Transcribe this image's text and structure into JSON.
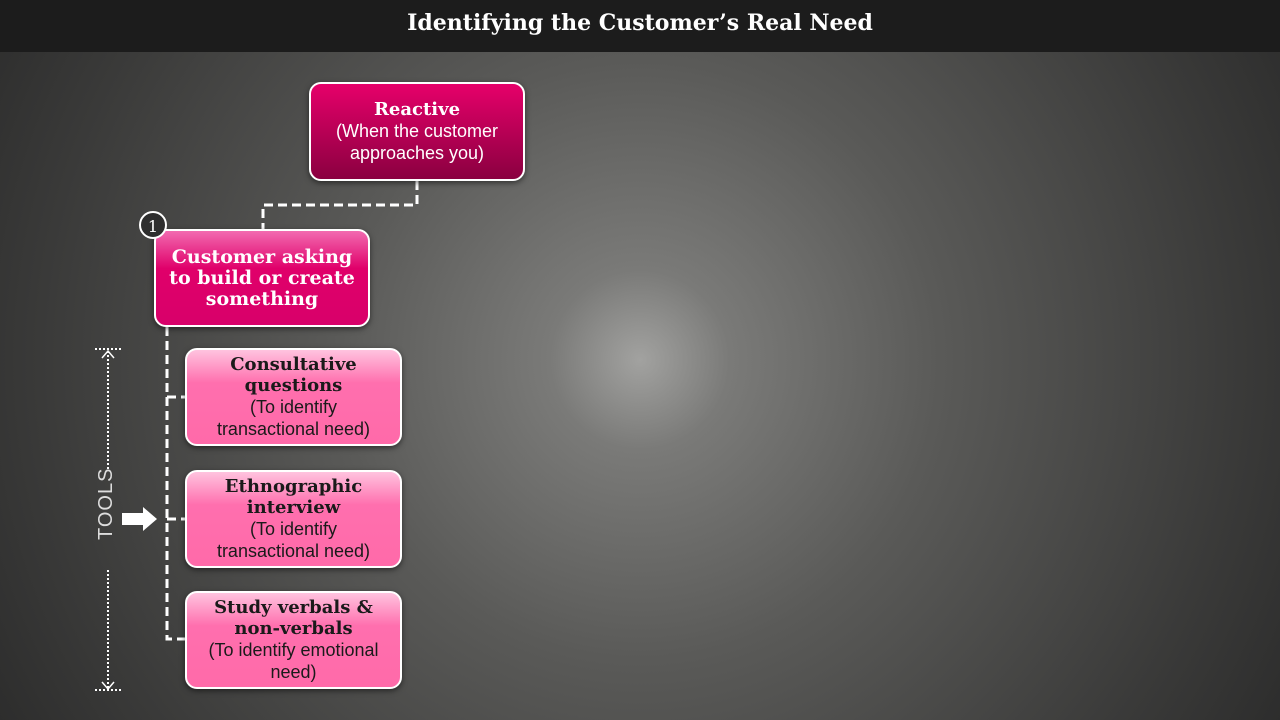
{
  "title": "Identifying the Customer’s Real Need",
  "reactive": {
    "heading": "Reactive",
    "sub": "(When the customer approaches you)"
  },
  "main": {
    "number": "1",
    "heading": "Customer asking to build or create something"
  },
  "tools_label": "TOOLS",
  "tools": [
    {
      "heading": "Consultative questions",
      "sub": "(To identify transactional need)"
    },
    {
      "heading": "Ethnographic interview",
      "sub": "(To identify transactional need)"
    },
    {
      "heading": "Study verbals & non-verbals",
      "sub": "(To identify emotional need)"
    }
  ]
}
